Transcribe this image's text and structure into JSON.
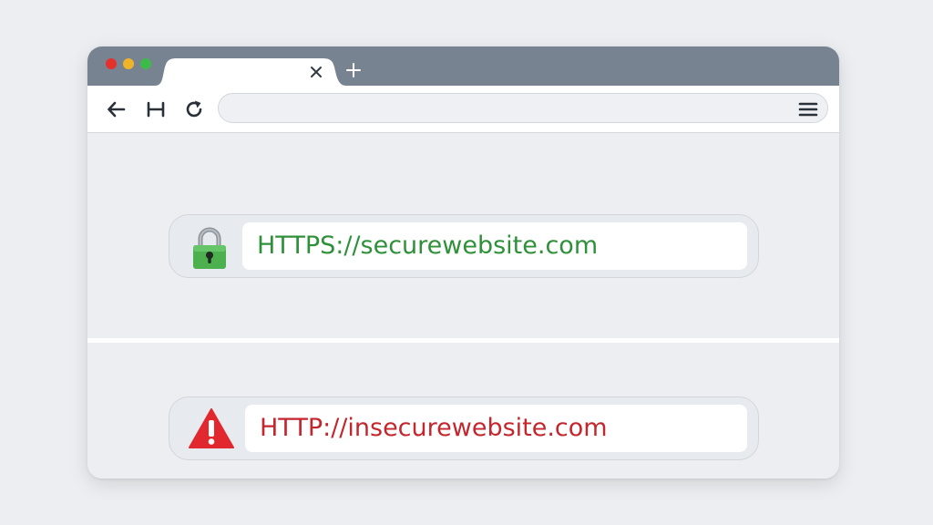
{
  "colors": {
    "titlebar": "#778390",
    "traffic_red": "#e5312c",
    "traffic_yellow": "#f0b428",
    "traffic_green": "#3dbb4a",
    "secure_text": "#2e9139",
    "insecure_text": "#c4262d",
    "lock_green": "#4cb04f",
    "warning_red": "#e0282e"
  },
  "titlebar": {
    "traffic_lights": [
      "close",
      "minimize",
      "maximize"
    ],
    "tab": {
      "close_icon": "close-icon"
    },
    "new_tab_icon": "plus-icon"
  },
  "toolbar": {
    "icons": [
      "back-arrow-icon",
      "home-icon",
      "reload-icon",
      "hamburger-menu-icon"
    ],
    "address_bar": {
      "value": ""
    }
  },
  "secure_example": {
    "icon": "padlock-icon",
    "url": "HTTPS://securewebsite.com"
  },
  "insecure_example": {
    "icon": "warning-triangle-icon",
    "url": "HTTP://insecurewebsite.com"
  }
}
